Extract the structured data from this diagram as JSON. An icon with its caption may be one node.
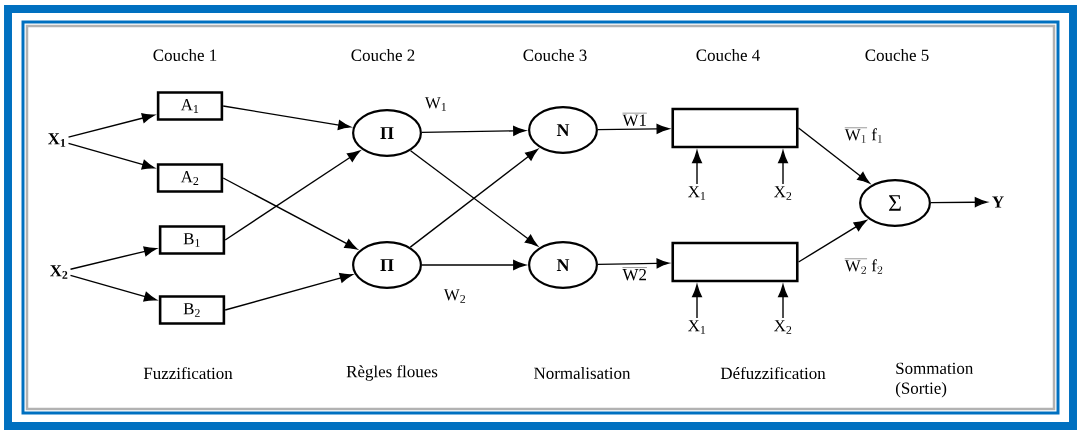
{
  "diagram": {
    "nodes": [
      {
        "text": [
          "X$_{1}$"
        ]
      },
      {
        "text": [
          "X$_{2}$"
        ]
      },
      {
        "text": [
          "A$_{1}$"
        ]
      },
      {
        "text": [
          "A$_{2}$"
        ]
      },
      {
        "text": [
          "B$_{1}$"
        ]
      },
      {
        "text": [
          "B$_{2}$"
        ]
      },
      {
        "text": [
          "Π"
        ],
        "beside": [
          "W$_{1}$"
        ]
      },
      {
        "text": [
          "Π"
        ],
        "beside": [
          "W$_{2}$"
        ]
      },
      {
        "text": [
          "N"
        ]
      },
      {
        "text": [
          "N"
        ]
      },
      {
        "text": [],
        "shape": "box"
      },
      {
        "text": [],
        "shape": "box"
      },
      {
        "text": [
          "X$_{1}$"
        ]
      },
      {
        "text": [
          "X$_{2}$"
        ]
      },
      {
        "text": [
          "X$_{1}$"
        ]
      },
      {
        "text": [
          "X$_{2}$"
        ]
      },
      {
        "text": [
          "Σ"
        ]
      },
      {
        "text": [
          "Y"
        ]
      }
    ],
    "edges": [
      {
        "from": 0,
        "to": 2,
        "arrow": "to"
      },
      {
        "from": 0,
        "to": 3,
        "arrow": "to"
      },
      {
        "from": 1,
        "to": 4,
        "arrow": "to"
      },
      {
        "from": 1,
        "to": 5,
        "arrow": "to"
      },
      {
        "from": 2,
        "to": 6,
        "arrow": "to"
      },
      {
        "from": 3,
        "to": 7,
        "arrow": "to"
      },
      {
        "from": 4,
        "to": 6,
        "arrow": "to"
      },
      {
        "from": 5,
        "to": 7,
        "arrow": "to"
      },
      {
        "from": 6,
        "to": 8,
        "arrow": "to"
      },
      {
        "from": 6,
        "to": 9,
        "arrow": "to"
      },
      {
        "from": 7,
        "to": 8,
        "arrow": "to"
      },
      {
        "from": 7,
        "to": 9,
        "arrow": "to"
      },
      {
        "from": 8,
        "to": 10,
        "arrow": "to",
        "label": "\\overline{\\mathrm{W1}}"
      },
      {
        "from": 9,
        "to": 11,
        "arrow": "to",
        "label": "\\overline{\\mathrm{W2}}"
      },
      {
        "from": 12,
        "to": 10,
        "arrow": "to"
      },
      {
        "from": 13,
        "to": 10,
        "arrow": "to"
      },
      {
        "from": 14,
        "to": 11,
        "arrow": "to"
      },
      {
        "from": 15,
        "to": 11,
        "arrow": "to"
      },
      {
        "from": 10,
        "to": 16,
        "arrow": "to",
        "label": "\\overline{\\mathrm{W}_1}\\ \\mathrm{f}_1"
      },
      {
        "from": 11,
        "to": 16,
        "arrow": "to",
        "label": "\\overline{\\mathrm{W}_2}\\ \\mathrm{f}_2"
      },
      {
        "from": 16,
        "to": 17,
        "arrow": "to"
      }
    ],
    "labels": [
      "Couche 1",
      "Couche 2",
      "Couche 3",
      "Couche 4",
      "Couche 5",
      "Fuzzification",
      "Règles floues",
      "Normalisation",
      "Défuzzification",
      "Sommation (Sortie)"
    ]
  }
}
